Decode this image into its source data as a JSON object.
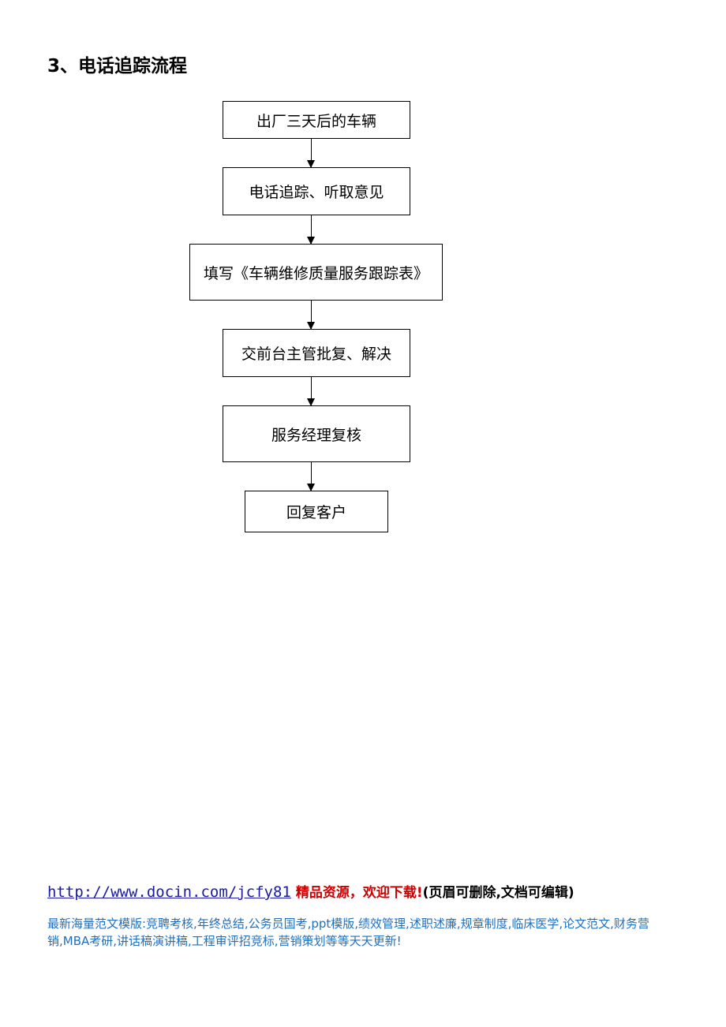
{
  "heading": "3、电话追踪流程",
  "flow": {
    "step1": "出厂三天后的车辆",
    "step2": "电话追踪、听取意见",
    "step3": "填写《车辆维修质量服务跟踪表》",
    "step4": "交前台主管批复、解决",
    "step5": "服务经理复核",
    "step6": "回复客户"
  },
  "footer": {
    "link_text": "http://www.docin.com/jcfy81",
    "promo_text": "精品资源，欢迎下载!",
    "note_text": "(页眉可删除,文档可编辑)",
    "description": "最新海量范文模版:竞聘考核,年终总结,公务员国考,ppt模版,绩效管理,述职述廉,规章制度,临床医学,论文范文,财务营销,MBA考研,讲话稿演讲稿,工程审评招竞标,营销策划等等天天更新!"
  },
  "colors": {
    "link": "#1a1aa6",
    "promo": "#cc0000",
    "description": "#1f6fc0"
  }
}
